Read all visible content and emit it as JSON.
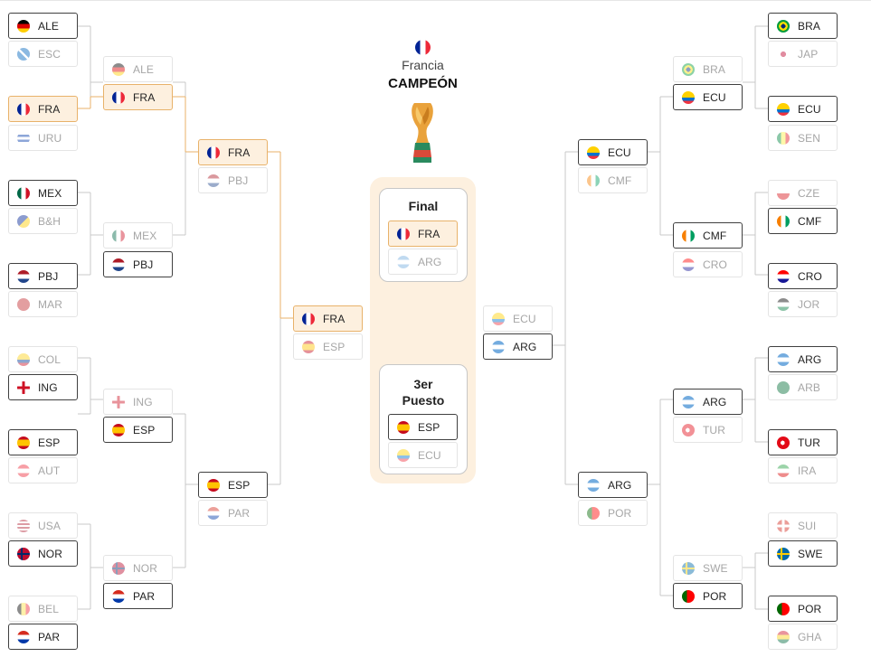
{
  "header": {
    "winner_name": "Francia",
    "champion_label": "CAMPEÓN"
  },
  "final": {
    "title": "Final",
    "top": "FRA",
    "bottom": "ARG"
  },
  "third_place": {
    "title": "3er\nPuesto",
    "top": "ESP",
    "bottom": "ECU"
  },
  "left": {
    "r1": [
      "ALE",
      "ESC",
      "FRA",
      "URU",
      "MEX",
      "B&H",
      "PBJ",
      "MAR",
      "COL",
      "ING",
      "ESP",
      "AUT",
      "USA",
      "NOR",
      "BEL",
      "PAR"
    ],
    "r2": [
      "ALE",
      "FRA",
      "MEX",
      "PBJ",
      "ING",
      "ESP",
      "NOR",
      "PAR"
    ],
    "r3": [
      "FRA",
      "PBJ",
      "ESP",
      "PAR"
    ],
    "semi": [
      "FRA",
      "ESP"
    ]
  },
  "right": {
    "r1": [
      "BRA",
      "JAP",
      "ECU",
      "SEN",
      "CZE",
      "CMF",
      "CRO",
      "JOR",
      "ARG",
      "ARB",
      "TUR",
      "IRA",
      "SUI",
      "SWE",
      "POR",
      "GHA"
    ],
    "r2": [
      "BRA",
      "ECU",
      "CMF",
      "CRO",
      "ARG",
      "TUR",
      "SWE",
      "POR"
    ],
    "r3": [
      "ECU",
      "CMF",
      "ARG",
      "POR"
    ],
    "semi": [
      "ECU",
      "ARG"
    ]
  },
  "colors": {
    "accent": "#fdf0df",
    "accent_border": "#e8b26a",
    "line": "#c8c8c8"
  }
}
